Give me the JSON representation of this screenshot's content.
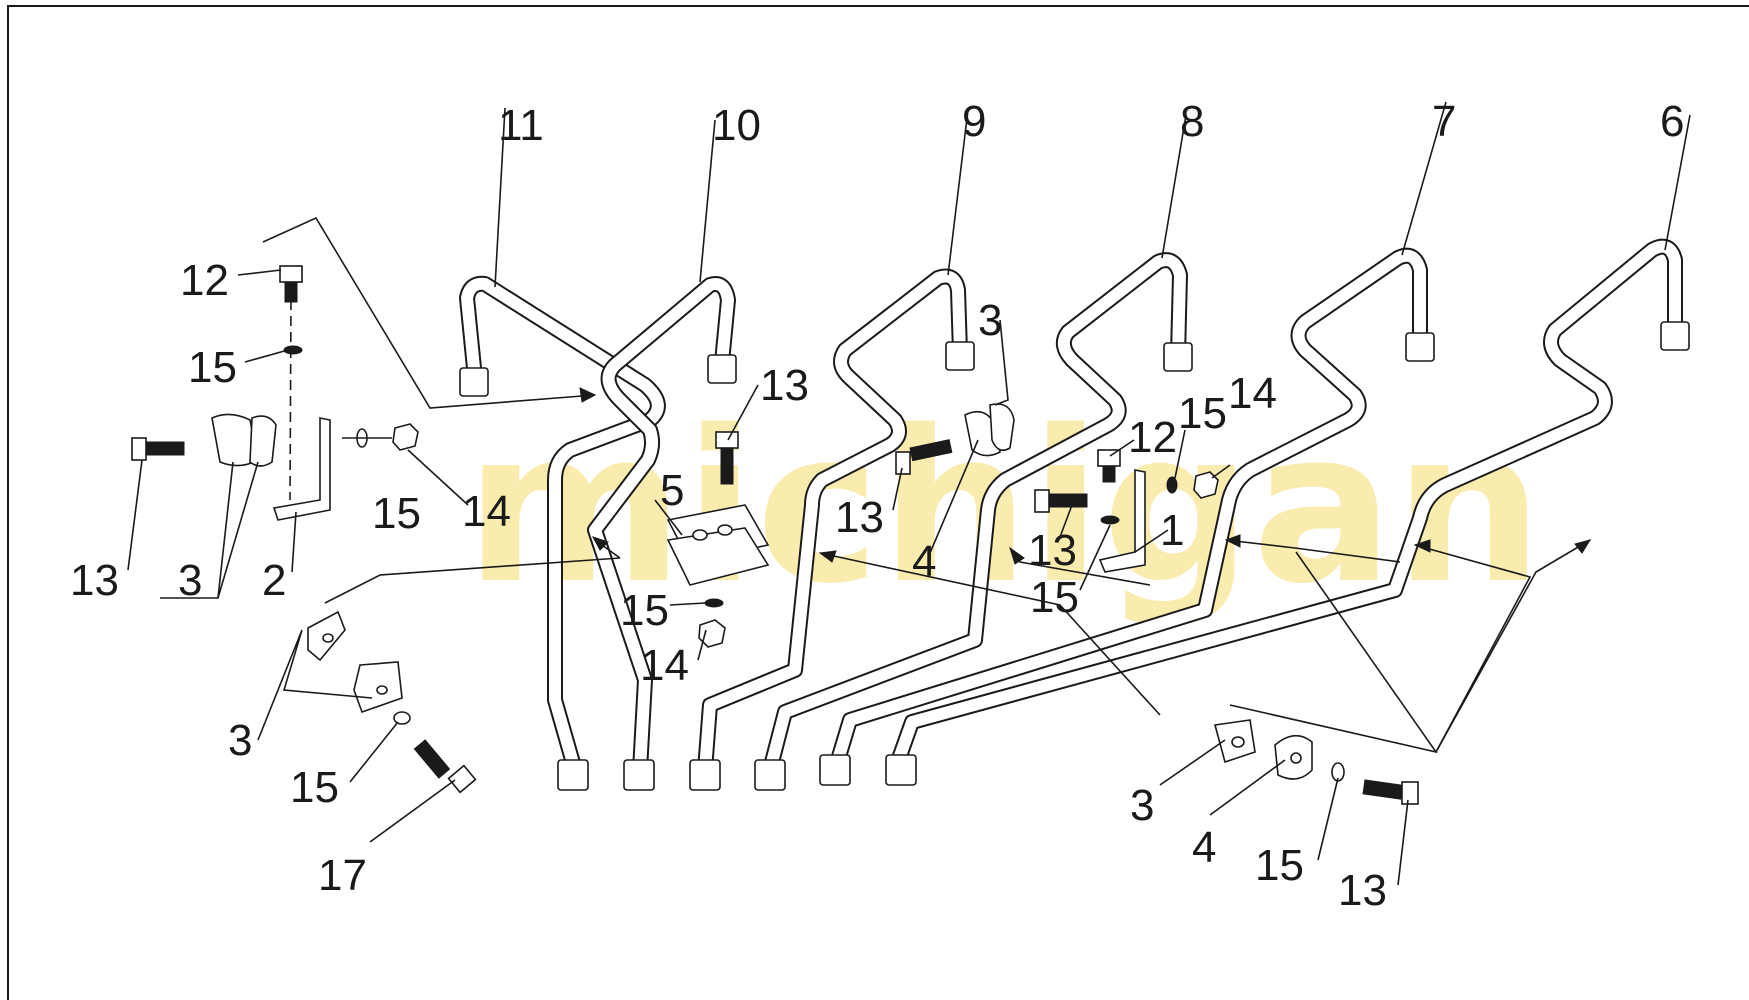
{
  "watermark": "michigan",
  "labels": {
    "l11": "11",
    "l10": "10",
    "l9": "9",
    "l8": "8",
    "l7": "7",
    "l6": "6",
    "l12a": "12",
    "l15a": "15",
    "l13a": "13",
    "l3a": "3",
    "l2": "2",
    "l15b": "15",
    "l14a": "14",
    "l13b": "13",
    "l5": "5",
    "l15c": "15",
    "l14b": "14",
    "l3b": "3",
    "l13c": "13",
    "l4a": "4",
    "l12b": "12",
    "l15d": "15",
    "l14c": "14",
    "l13d": "13",
    "l1": "1",
    "l15e": "15",
    "l3c": "3",
    "l15f": "15",
    "l17": "17",
    "l3d": "3",
    "l4b": "4",
    "l15g": "15",
    "l13e": "13"
  },
  "colors": {
    "line": "#1a1a1a",
    "watermark": "#f7dc6f",
    "background": "#ffffff"
  }
}
